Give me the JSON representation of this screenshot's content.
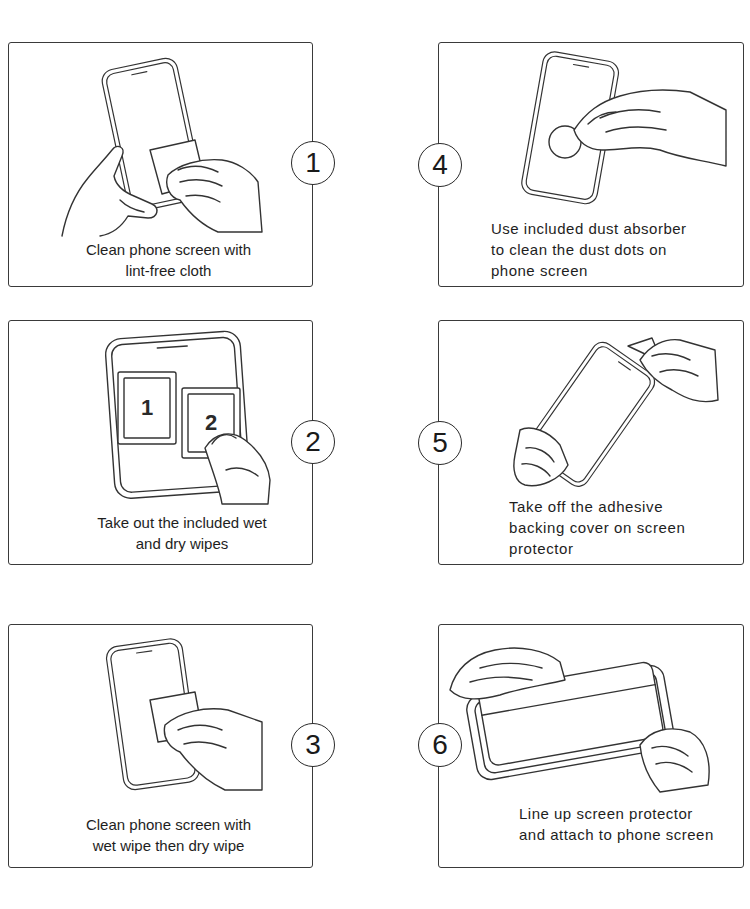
{
  "diagram": {
    "nodes": [
      {
        "text": [
          "Clean phone screen with lint-free cloth"
        ]
      },
      {
        "text": [
          "1"
        ]
      },
      {
        "text": [
          "4"
        ]
      },
      {
        "text": [
          "Use included dust absorber to clean the dust dots on phone screen"
        ]
      },
      {
        "text": [
          "Take out the included wet and dry wipes"
        ]
      },
      {
        "text": [
          "2"
        ]
      },
      {
        "text": [
          "5"
        ]
      },
      {
        "text": [
          "Take off the adhesive backing cover on screen protector"
        ]
      },
      {
        "text": [
          "Clean phone screen with wet wipe then dry wipe"
        ]
      },
      {
        "text": [
          "3"
        ]
      },
      {
        "text": [
          "6"
        ]
      },
      {
        "text": [
          "Line up screen protector and attach to phone screen"
        ]
      }
    ],
    "labels": [
      "1",
      "2"
    ]
  }
}
